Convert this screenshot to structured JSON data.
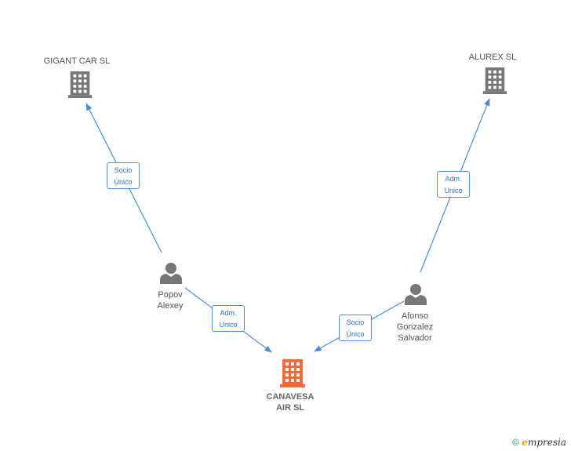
{
  "nodes": {
    "gigant": {
      "label": "GIGANT CAR SL",
      "color": "#777777"
    },
    "alurex": {
      "label": "ALUREX SL",
      "color": "#777777"
    },
    "popov": {
      "label": "Popov\nAlexey",
      "color": "#777777"
    },
    "afonso": {
      "label": "Afonso\nGonzalez\nSalvador",
      "color": "#777777"
    },
    "canavesa": {
      "label": "CANAVESA\nAIR SL",
      "color": "#f26b3a"
    }
  },
  "edges": {
    "popov_gigant": {
      "line1": "Socio",
      "line2": "Único"
    },
    "afonso_alurex": {
      "line1": "Adm.",
      "line2": "Unico"
    },
    "popov_canavesa": {
      "line1": "Adm.",
      "line2": "Unico"
    },
    "afonso_canavesa": {
      "line1": "Socio",
      "line2": "Único"
    }
  },
  "colors": {
    "edge": "#4a90d9"
  },
  "footer": {
    "copyright": "©",
    "brand_e": "e",
    "brand_rest": "mpresia"
  }
}
